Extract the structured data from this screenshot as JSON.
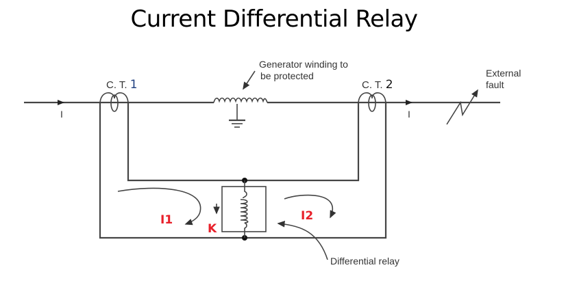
{
  "title": "Current Differential Relay",
  "labels": {
    "ct1_prefix": "C. T. ",
    "ct1_num": "1",
    "ct2_prefix": "C. T. ",
    "ct2_num": "2",
    "current_in": "I",
    "current_out": "I",
    "winding_line1": "Generator winding to",
    "winding_line2": "be protected",
    "fault_line1": "External",
    "fault_line2": "fault",
    "relay": "Differential relay",
    "i1": "I1",
    "i2": "I2",
    "k": "K"
  },
  "colors": {
    "annotation_red": "#e8202a",
    "ct_number_blue": "#1f3f7f"
  }
}
